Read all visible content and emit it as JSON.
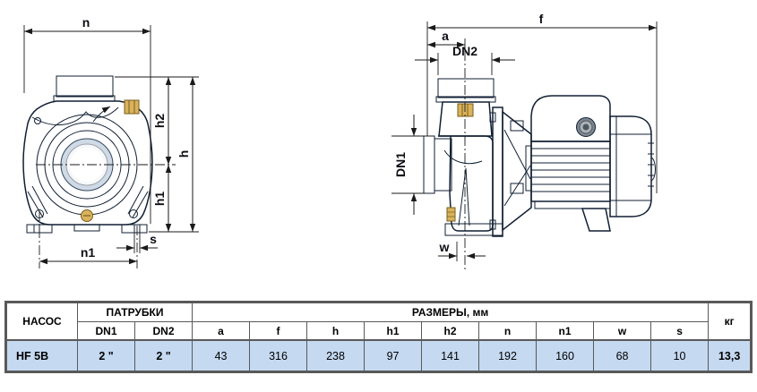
{
  "diagram": {
    "front_view": {
      "labels": {
        "n": "n",
        "h2": "h2",
        "h": "h",
        "h1": "h1",
        "s": "s",
        "n1": "n1"
      }
    },
    "side_view": {
      "labels": {
        "f": "f",
        "a": "a",
        "dn2": "DN2",
        "dn1": "DN1",
        "w": "w"
      }
    },
    "colors": {
      "body_blue": "#4a7ab2",
      "body_dark": "#3a618f",
      "port_light": "#a9c3dd",
      "outline": "#101f33",
      "brass": "#d9b35c",
      "steel": "#9aa4ad"
    }
  },
  "table": {
    "headers": {
      "pump": "НАСОС",
      "ports": "ПАТРУБКИ",
      "sizes": "РАЗМЕРЫ, мм",
      "kg": "кг"
    },
    "sub_headers": {
      "dn1": "DN1",
      "dn2": "DN2",
      "a": "a",
      "f": "f",
      "h": "h",
      "h1": "h1",
      "h2": "h2",
      "n": "n",
      "n1": "n1",
      "w": "w",
      "s": "s"
    },
    "row": {
      "pump": "HF 5B",
      "dn1": "2 \"",
      "dn2": "2 \"",
      "a": "43",
      "f": "316",
      "h": "238",
      "h1": "97",
      "h2": "141",
      "n": "192",
      "n1": "160",
      "w": "68",
      "s": "10",
      "kg": "13,3"
    }
  }
}
